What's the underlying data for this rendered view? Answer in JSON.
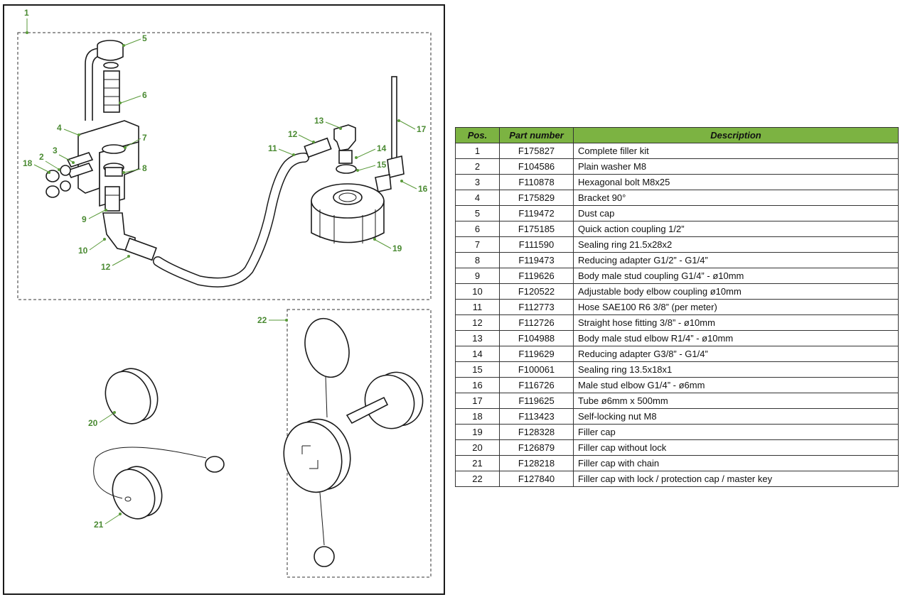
{
  "diagram": {
    "callouts": [
      "1",
      "2",
      "3",
      "4",
      "5",
      "6",
      "7",
      "8",
      "9",
      "10",
      "11",
      "12",
      "12",
      "13",
      "14",
      "15",
      "16",
      "17",
      "18",
      "19",
      "20",
      "21",
      "22"
    ]
  },
  "table": {
    "headers": [
      "Pos.",
      "Part number",
      "Description"
    ],
    "rows": [
      [
        "1",
        "F175827",
        "Complete filler kit"
      ],
      [
        "2",
        "F104586",
        "Plain washer M8"
      ],
      [
        "3",
        "F110878",
        "Hexagonal bolt M8x25"
      ],
      [
        "4",
        "F175829",
        "Bracket 90°"
      ],
      [
        "5",
        "F119472",
        "Dust cap"
      ],
      [
        "6",
        "F175185",
        "Quick action coupling 1/2”"
      ],
      [
        "7",
        "F111590",
        "Sealing ring 21.5x28x2"
      ],
      [
        "8",
        "F119473",
        "Reducing adapter G1/2” - G1/4”"
      ],
      [
        "9",
        "F119626",
        "Body male stud coupling G1/4” - ø10mm"
      ],
      [
        "10",
        "F120522",
        "Adjustable body elbow coupling ø10mm"
      ],
      [
        "11",
        "F112773",
        "Hose SAE100 R6 3/8” (per meter)"
      ],
      [
        "12",
        "F112726",
        "Straight hose fitting 3/8” - ø10mm"
      ],
      [
        "13",
        "F104988",
        "Body male stud elbow R1/4” - ø10mm"
      ],
      [
        "14",
        "F119629",
        "Reducing adapter G3/8” - G1/4”"
      ],
      [
        "15",
        "F100061",
        "Sealing ring 13.5x18x1"
      ],
      [
        "16",
        "F116726",
        "Male stud elbow G1/4” - ø6mm"
      ],
      [
        "17",
        "F119625",
        "Tube ø6mm x 500mm"
      ],
      [
        "18",
        "F113423",
        "Self-locking nut M8"
      ],
      [
        "19",
        "F128328",
        "Filler cap"
      ],
      [
        "20",
        "F126879",
        "Filler cap without lock"
      ],
      [
        "21",
        "F128218",
        "Filler cap with chain"
      ],
      [
        "22",
        "F127840",
        "Filler cap with lock / protection cap / master key"
      ]
    ]
  },
  "colors": {
    "accent_green": "#7cb342",
    "callout_green": "#4a8a32"
  }
}
